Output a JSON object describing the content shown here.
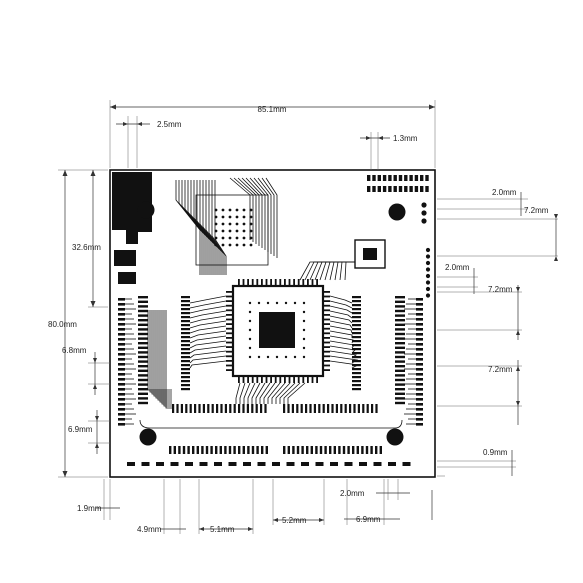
{
  "dimensions": {
    "overall_width": "85.1mm",
    "overall_height": "80.0mm",
    "left_hole_offset": "2.5mm",
    "top_connector_pitch": "1.3mm",
    "left_upper_height": "32.6mm",
    "right_top_a": "2.0mm",
    "right_top_b": "7.2mm",
    "right_mid_a": "2.0mm",
    "right_mid_b": "7.2mm",
    "right_mid_c": "7.2mm",
    "left_pitch_a": "6.8mm",
    "left_pitch_b": "6.9mm",
    "right_bottom": "0.9mm",
    "bottom_left_edge": "1.9mm",
    "bottom_a": "4.9mm",
    "bottom_b": "5.1mm",
    "bottom_c": "5.2mm",
    "bottom_d": "6.9mm",
    "bottom_e": "2.0mm"
  },
  "colors": {
    "board": "#ffffff",
    "copper": "#111111",
    "dimension_line": "#333333"
  }
}
